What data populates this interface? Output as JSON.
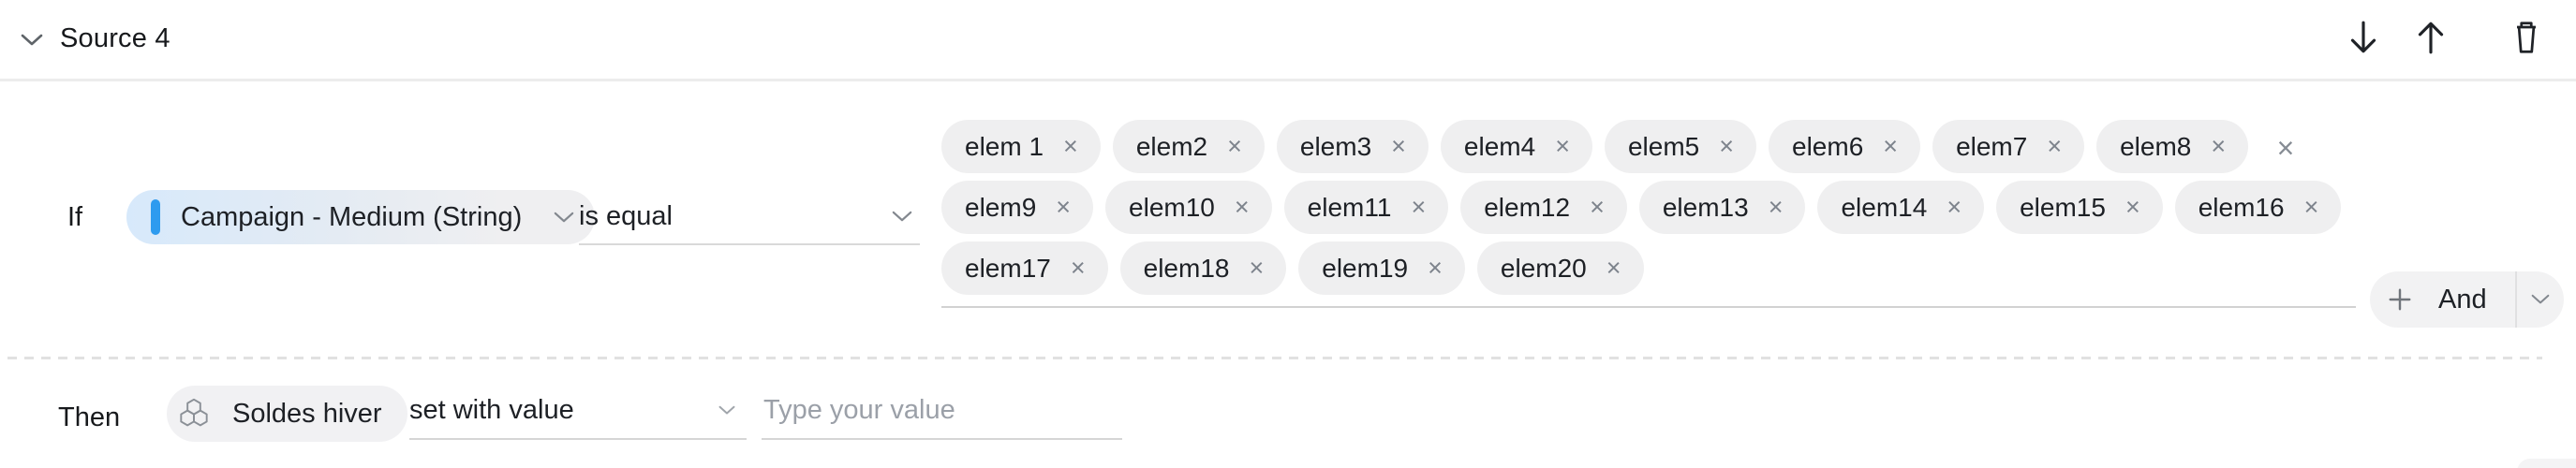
{
  "header": {
    "collapse_icon": "chevron-down",
    "title": "Source 4",
    "actions": [
      {
        "name": "move-down",
        "icon": "arrow-down"
      },
      {
        "name": "move-up",
        "icon": "arrow-up"
      },
      {
        "name": "delete",
        "icon": "trash"
      }
    ]
  },
  "condition": {
    "if_label": "If",
    "field": {
      "label": "Campaign - Medium (String)",
      "accent_color": "#2e9bef",
      "chevron_icon": "chevron-down"
    },
    "operator": {
      "value": "is equal",
      "chevron_icon": "chevron-down"
    },
    "chips": [
      "elem 1",
      "elem2",
      "elem3",
      "elem4",
      "elem5",
      "elem6",
      "elem7",
      "elem8",
      "elem9",
      "elem10",
      "elem11",
      "elem12",
      "elem13",
      "elem14",
      "elem15",
      "elem16",
      "elem17",
      "elem18",
      "elem19",
      "elem20"
    ],
    "chips_per_row": 8,
    "remove_icon": "×",
    "clear_all_icon": "×",
    "and_button": {
      "plus_icon": "plus",
      "label": "And",
      "chevron_icon": "chevron-down"
    }
  },
  "action": {
    "then_label": "Then",
    "target": {
      "icon": "hexagon-cluster",
      "label": "Soldes hiver"
    },
    "operation": {
      "value": "set with value",
      "chevron_icon": "chevron-down"
    },
    "value_input": {
      "value": "",
      "placeholder": "Type your value"
    }
  },
  "colors": {
    "accent_blue": "#2e9bef",
    "chip_bg": "#efeff0",
    "pill_bg": "#f1f1f3",
    "field_pill_gradient_start": "#d7e9fb",
    "field_pill_gradient_end": "#efeff1",
    "underline": "#d6d6d6",
    "placeholder_text": "#9ba0a8",
    "icon_gray": "#83888f",
    "text": "#1d2025"
  }
}
